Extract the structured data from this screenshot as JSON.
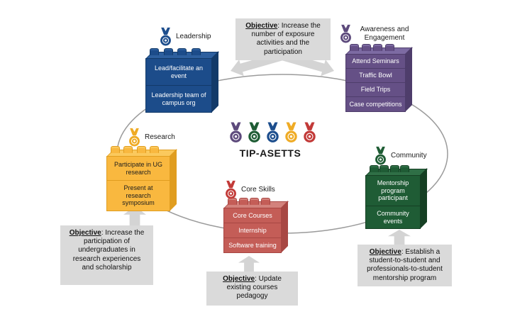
{
  "center": {
    "title": "TIP-ASETTS",
    "medal_order": [
      "purple",
      "green",
      "blue",
      "yellow",
      "red"
    ]
  },
  "colors": {
    "leadership_blue": "#1c4c8a",
    "awareness_purple": "#655086",
    "research_yellow": "#f9b83f",
    "core_skills_red": "#c45d57",
    "community_green": "#1f5c35",
    "objective_box_gray": "#dadada",
    "ellipse_gray": "#9b9b9b"
  },
  "groups": {
    "leadership": {
      "label": "Leadership",
      "bricks": [
        "Lead/facilitate an event",
        "Leadership team of campus org"
      ]
    },
    "awareness": {
      "label": "Awareness and Engagement",
      "bricks": [
        "Attend Seminars",
        "Traffic Bowl",
        "Field Trips",
        "Case competitions"
      ]
    },
    "research": {
      "label": "Research",
      "bricks": [
        "Participate in UG research",
        "Present at research symposium"
      ]
    },
    "core_skills": {
      "label": "Core Skills",
      "bricks": [
        "Core Courses",
        "Internship",
        "Software training"
      ]
    },
    "community": {
      "label": "Community",
      "bricks": [
        "Mentorship program participant",
        "Community events"
      ]
    }
  },
  "objectives": {
    "exposure": {
      "label": "Objective",
      "text": ": Increase the number of exposure activities and the participation"
    },
    "research": {
      "label": "Objective",
      "text": ": Increase the participation of undergraduates in research experiences and scholarship"
    },
    "core_skills": {
      "label": "Objective",
      "text": ": Update existing courses pedagogy"
    },
    "community": {
      "label": "Objective",
      "text": ": Establish a student-to-student and professionals-to-student mentorship program"
    }
  }
}
